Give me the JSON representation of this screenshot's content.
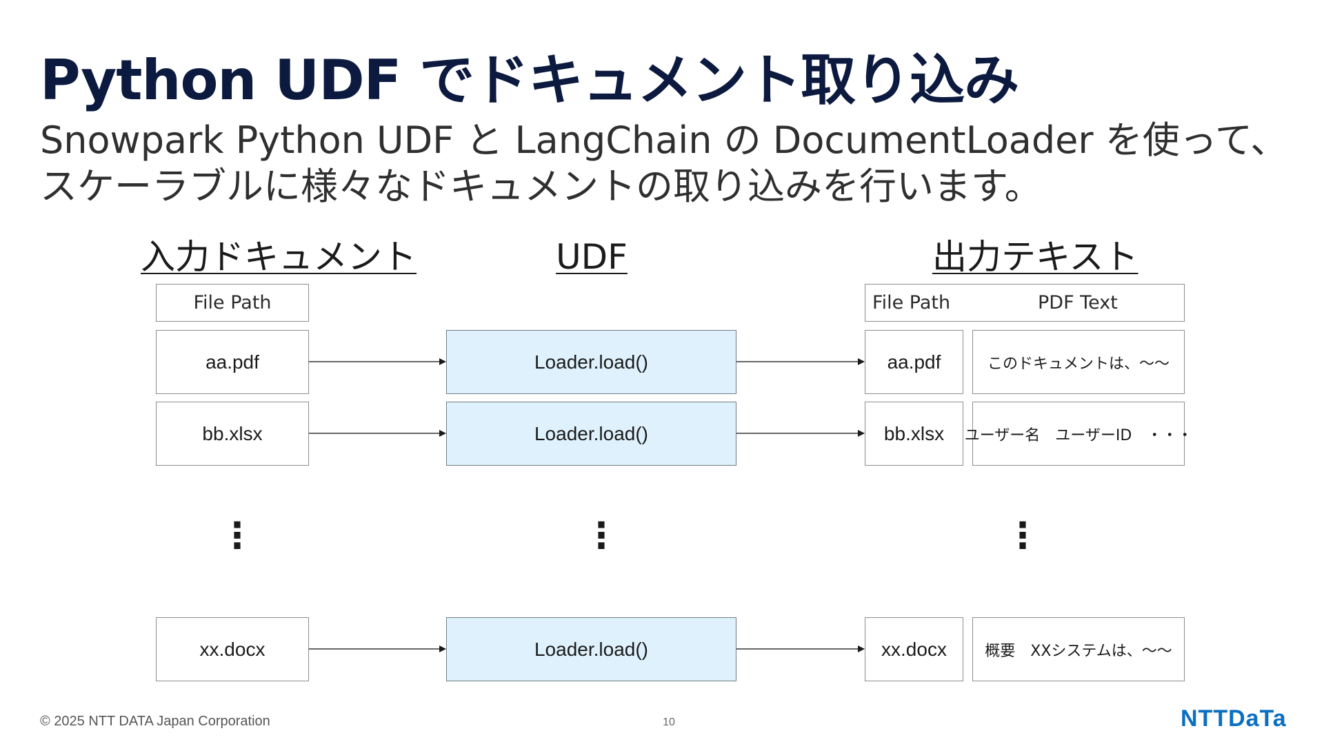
{
  "slide": {
    "title": "Python UDF でドキュメント取り込み",
    "subtitle_line1": "Snowpark Python UDF と LangChain の DocumentLoader を使って、",
    "subtitle_line2": "スケーラブルに様々なドキュメントの取り込みを行います。"
  },
  "diagram": {
    "input_heading": "入力ドキュメント",
    "udf_heading": "UDF",
    "output_heading": "出力テキスト",
    "input_header": "File Path",
    "output_header_path": "File Path",
    "output_header_text": "PDF Text",
    "ellipsis": "⋮",
    "rows": [
      {
        "input": "aa.pdf",
        "udf": "Loader.load()",
        "out_path": "aa.pdf",
        "out_text": "このドキュメントは、～～"
      },
      {
        "input": "bb.xlsx",
        "udf": "Loader.load()",
        "out_path": "bb.xlsx",
        "out_text": "ユーザー名　ユーザーID　・・・"
      },
      {
        "input": "xx.docx",
        "udf": "Loader.load()",
        "out_path": "xx.docx",
        "out_text": "概要　XXシステムは、～～"
      }
    ]
  },
  "footer": {
    "copyright": "© 2025 NTT DATA Japan Corporation",
    "page_number": "10",
    "logo_text": "NTTDaTa"
  },
  "colors": {
    "title": "#0c1a3f",
    "loader_fill": "#def1fc",
    "logo": "#0a6fc2"
  }
}
